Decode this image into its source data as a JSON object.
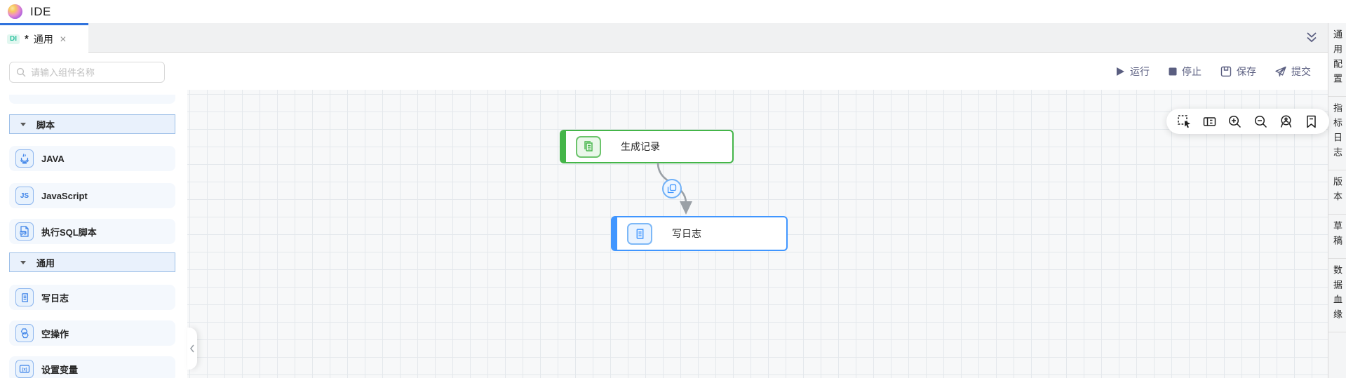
{
  "app": {
    "title": "IDE"
  },
  "tab": {
    "badge": "DI",
    "dirty_marker": "*",
    "title": "通用",
    "close_glyph": "✕"
  },
  "actions": {
    "run": "运行",
    "stop": "停止",
    "save": "保存",
    "submit": "提交"
  },
  "sidebar": {
    "search_placeholder": "请输入组件名称",
    "sections": [
      {
        "label": "脚本",
        "items": [
          {
            "label": "JAVA",
            "icon": "java-icon"
          },
          {
            "label": "JavaScript",
            "icon": "javascript-icon",
            "icon_text": "JS"
          },
          {
            "label": "执行SQL脚本",
            "icon": "sql-file-icon",
            "icon_text": "SQL"
          }
        ]
      },
      {
        "label": "通用",
        "items": [
          {
            "label": "写日志",
            "icon": "write-log-icon"
          },
          {
            "label": "空操作",
            "icon": "no-op-icon"
          },
          {
            "label": "设置变量",
            "icon": "set-variable-icon",
            "icon_text": "(x)"
          }
        ]
      }
    ]
  },
  "canvas": {
    "nodes": [
      {
        "label": "生成记录",
        "accent_color": "#44b549",
        "icon": "generate-records-icon"
      },
      {
        "label": "写日志",
        "accent_color": "#4096ff",
        "icon": "write-log-icon"
      }
    ],
    "edge": {
      "badge_icon": "copy-documents-icon",
      "arrow_color": "#9aa0a6"
    },
    "toolbar_icons": [
      "marquee-select-icon",
      "minimap-icon",
      "zoom-in-icon",
      "zoom-out-icon",
      "zoom-locate-icon",
      "bookmark-icon"
    ]
  },
  "right_panel": {
    "tabs": [
      "通用配置",
      "指标日志",
      "版本",
      "草稿",
      "数据血缘"
    ]
  },
  "colors": {
    "accent_blue": "#3173dd",
    "node_blue": "#4096ff",
    "node_green": "#44b549",
    "toolbar_slate": "#5a5e80",
    "di_badge_teal": "#2fc2a0",
    "canvas_grid": "#e4e8ec"
  }
}
